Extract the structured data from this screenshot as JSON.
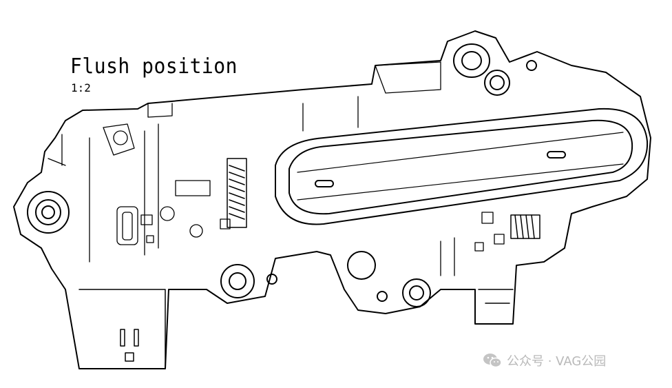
{
  "drawing": {
    "title": "Flush position",
    "scale": "1:2"
  },
  "watermark": {
    "text": "公众号 · VAG公园",
    "icon": "wechat-icon"
  }
}
